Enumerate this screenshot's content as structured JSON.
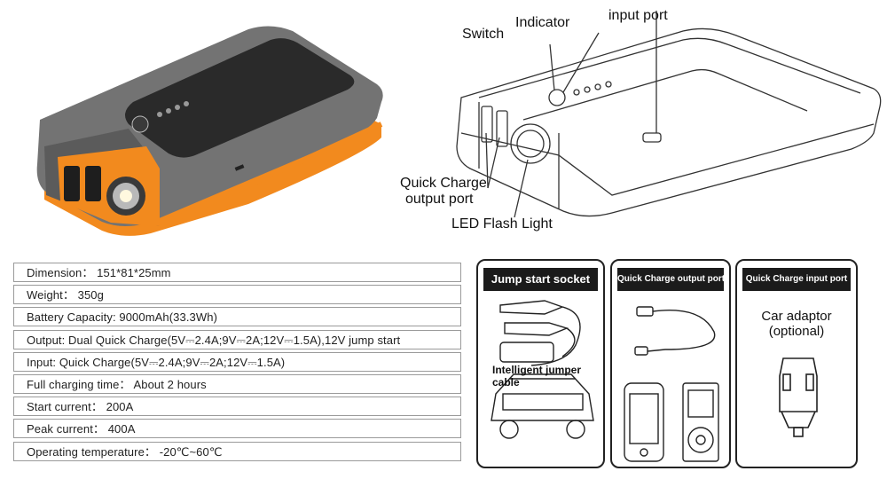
{
  "callouts": {
    "switch": "Switch",
    "indicator": "Indicator",
    "input_port": "input port",
    "quick_charge_line1": "Quick Charge",
    "quick_charge_line2": "output port",
    "led": "LED Flash Light"
  },
  "specs": [
    "Dimension： 151*81*25mm",
    "Weight： 350g",
    "Battery Capacity:  9000mAh(33.3Wh)",
    "Output: Dual Quick Charge(5V⎓2.4A;9V⎓2A;12V⎓1.5A),12V jump start",
    "Input: Quick Charge(5V⎓2.4A;9V⎓2A;12V⎓1.5A)",
    "Full charging time：  About 2 hours",
    "Start current：   200A",
    "Peak current：   400A",
    "Operating temperature：  -20℃~60℃"
  ],
  "panels": {
    "jump_start": {
      "title": "Jump start socket",
      "cable_line1": "Intelligent  jumper",
      "cable_line2": "cable"
    },
    "qc_output": {
      "title": "Quick Charge output port"
    },
    "qc_input": {
      "title": "Quick Charge input port",
      "adaptor_line1": "Car adaptor",
      "adaptor_line2": "(optional)"
    }
  },
  "colors": {
    "accent_orange": "#f28a1e",
    "body_grey": "#6f6f6f",
    "panel_black": "#1b1b1b"
  }
}
